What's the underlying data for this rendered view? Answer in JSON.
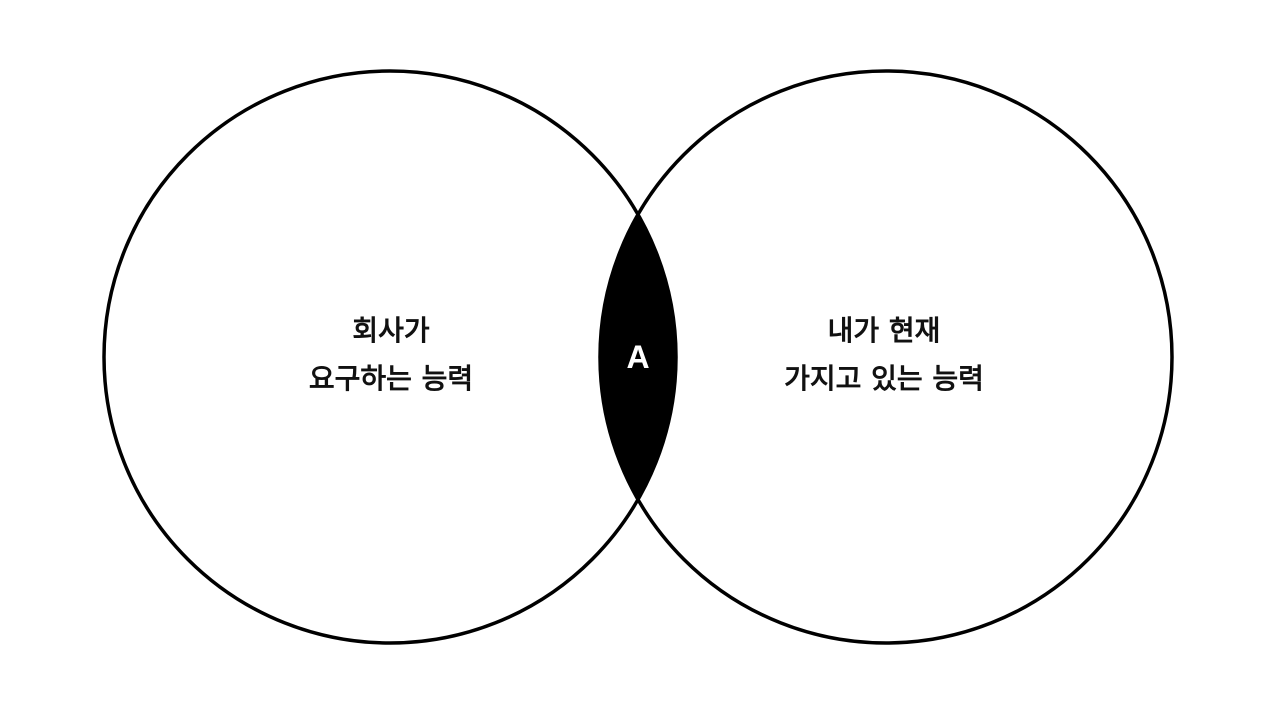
{
  "diagram": {
    "type": "venn",
    "left_set": {
      "line1": "회사가",
      "line2": "요구하는 능력"
    },
    "right_set": {
      "line1": "내가 현재",
      "line2": "가지고 있는 능력"
    },
    "intersection": {
      "label": "A"
    },
    "colors": {
      "stroke": "#000000",
      "intersection_fill": "#000000",
      "intersection_text": "#ffffff",
      "background": "#ffffff"
    }
  }
}
